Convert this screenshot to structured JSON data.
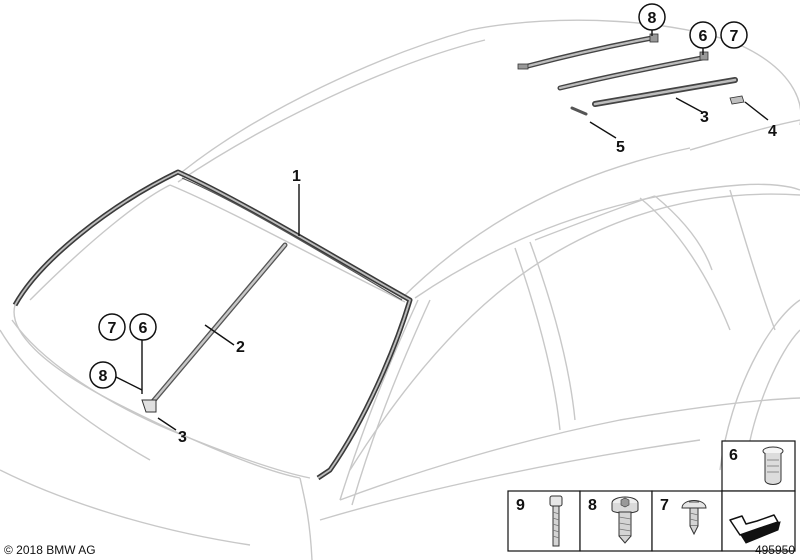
{
  "callouts": {
    "c1": "1",
    "c2": "2",
    "c3_front": "3",
    "c3_roof": "3",
    "c4": "4",
    "c5": "5"
  },
  "circled": {
    "c8_top": "8",
    "c6_top": "6",
    "c7_top": "7",
    "c7_left": "7",
    "c6_left": "6",
    "c8_left": "8"
  },
  "legend": {
    "item6": "6",
    "item9": "9",
    "item8": "8",
    "item7": "7"
  },
  "footer": {
    "copyright": "© 2018 BMW AG",
    "diagram_number": "495950"
  }
}
